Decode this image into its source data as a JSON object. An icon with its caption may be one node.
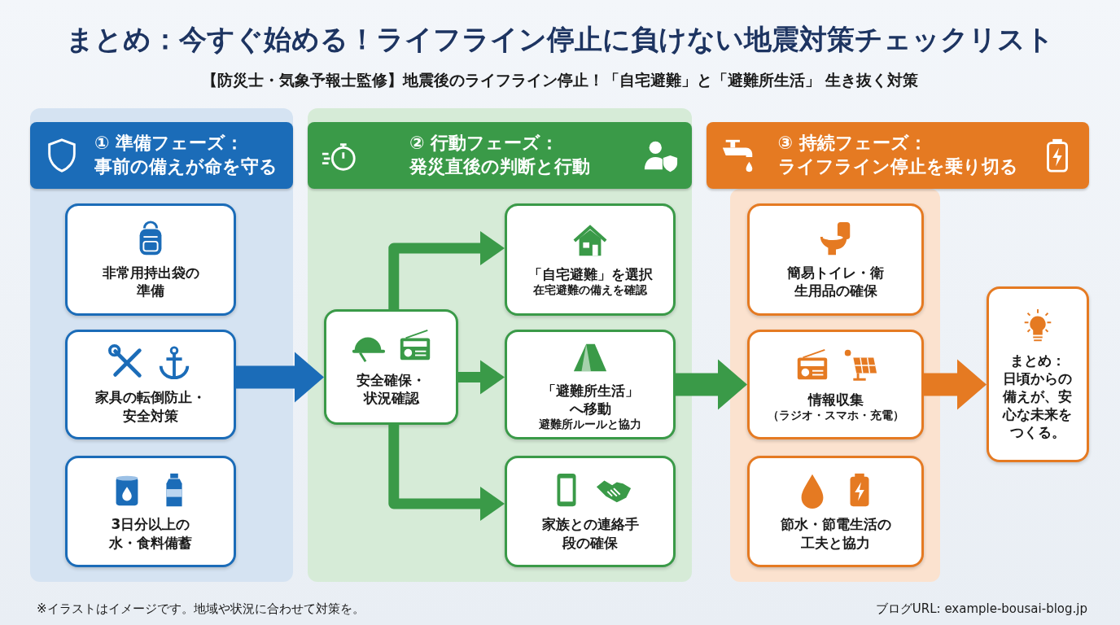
{
  "diagram": {
    "title": "まとめ：今すぐ始める！ライフライン停止に負けない地震対策チェックリスト",
    "nodes": [
      {
        "text": [],
        "shape": "box"
      },
      {
        "text": [
          "① 準備フェーズ：",
          "事前の備えが命を守る"
        ],
        "in": 0
      },
      {
        "text": [
          "非常用持出袋の準備"
        ],
        "in": 0
      },
      {
        "text": [
          "家具の転倒防止・安全対策"
        ],
        "in": 0
      },
      {
        "text": [
          "3日分以上の水・食料備蓄"
        ],
        "in": 0
      },
      {
        "text": [],
        "shape": "box"
      },
      {
        "text": [
          "② 行動フェーズ：",
          "発災直後の判断と行動"
        ],
        "in": 5
      },
      {
        "text": [
          "安全確保・状況確認"
        ],
        "in": 5
      },
      {
        "text": [
          "「自宅避難」を選択",
          "在宅避難の備えを確認"
        ],
        "in": 5
      },
      {
        "text": [
          "「避難所生活」へ移動",
          "避難所ルールと協力"
        ],
        "in": 5
      },
      {
        "text": [
          "家族との連絡手段の確保"
        ],
        "in": 5
      },
      {
        "text": [],
        "shape": "box"
      },
      {
        "text": [
          "③ 持続フェーズ：",
          "ライフライン停止を乗り切る"
        ]
      },
      {
        "text": [
          "簡易トイレ・衛生用品の確保"
        ],
        "in": 11
      },
      {
        "text": [
          "情報収集",
          "（ラジオ・スマホ・充電）"
        ],
        "in": 11
      },
      {
        "text": [
          "節水・節電生活の工夫と協力"
        ],
        "in": 11
      },
      {
        "text": [
          "まとめ：",
          "日頃からの備えが、安心な未来をつくる。"
        ]
      }
    ],
    "edges": [
      {
        "from": 3,
        "to": 7,
        "arrow": "to",
        "style": "thick",
        "color": "#1b6cb8"
      },
      {
        "from": 7,
        "to": 8,
        "arrow": "to"
      },
      {
        "from": 7,
        "to": 9,
        "arrow": "to"
      },
      {
        "from": 7,
        "to": 10,
        "arrow": "to"
      },
      {
        "from": 9,
        "to": 14,
        "arrow": "to",
        "style": "thick"
      },
      {
        "from": 14,
        "to": 16,
        "arrow": "to",
        "style": "thick",
        "color": "#e57a22"
      }
    ],
    "labels": [
      "【防災士・気象予報士監修】地震後のライフライン停止！「自宅避難」と「避難所生活」 生き抜く対策",
      "※イラストはイメージです。地域や状況に合わせて対策を。",
      "ブログURL: example-bousai-blog.jp"
    ]
  }
}
